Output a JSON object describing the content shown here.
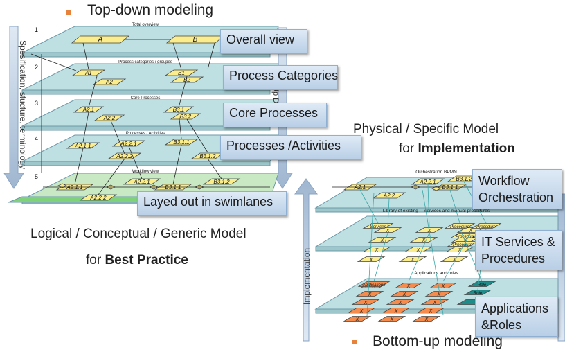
{
  "top_heading": "Top-down modeling",
  "bottom_heading": "Bottom-up modeling",
  "left_vertical_label": "Spesification, stucture, terminology",
  "right_vertical_label": "Implementation",
  "right_edge_fragment": "Up D",
  "left_model_line1": "Logical / Conceptual / Generic Model",
  "left_model_line2_prefix": "for ",
  "left_model_line2_bold": "Best Practice",
  "right_model_line1": "Physical / Specific  Model",
  "right_model_line2_prefix": "for ",
  "right_model_line2_bold": "Implementation",
  "layer_numbers": [
    "1",
    "2",
    "3",
    "4",
    "5"
  ],
  "layer_titles": [
    "Total overview",
    "Process categories / groupes",
    "Core Processes",
    "Processes / Activities",
    "Workflow view"
  ],
  "callouts": {
    "overall_view": "Overall view",
    "process_categories": "Process Categories",
    "core_processes": "Core Processes",
    "processes_activities": "Processes /Activities",
    "swimlanes": "Layed out in swimlanes",
    "workflow_orchestration": "Workflow\nOrchestration",
    "it_services": "IT Services &\nProcedures",
    "applications_roles": "Applications\n&Roles"
  },
  "right_layer_titles": [
    "Orchestration BPMN",
    "Library of existing IT services and manual procedures",
    "Applications and roles"
  ],
  "node_labels": {
    "l1": [
      "A",
      "B"
    ],
    "l2": [
      "A1",
      "A2",
      "B1",
      "B2"
    ],
    "l3": [
      "A2.1",
      "A2.2",
      "B3.1",
      "B3.2"
    ],
    "l4": [
      "A2.1.1",
      "A2.2.1",
      "A2.2.2",
      "B3.1.1",
      "B3.1.2"
    ],
    "l5": [
      "A2.1.1",
      "A2.2.1",
      "A2.2.2",
      "B3.1.1",
      "B3.1.2"
    ],
    "r1": [
      "A2.1",
      "A2.2",
      "A2.2.1",
      "B3.1.1",
      "B3.1.2"
    ],
    "r2": [
      "Services",
      "Procedure",
      "Procedure",
      "Procedure",
      "Procedure"
    ],
    "r3": [
      "Applications",
      "Role",
      "Role"
    ]
  },
  "colors": {
    "plane": "#bfe0e2",
    "plane_edge": "#6b9aa8",
    "node": "#fbec8c",
    "node2": "#f58c4e",
    "teal": "#1f8c8a",
    "callout": "#c9dbee",
    "bullet": "#e8813a"
  }
}
